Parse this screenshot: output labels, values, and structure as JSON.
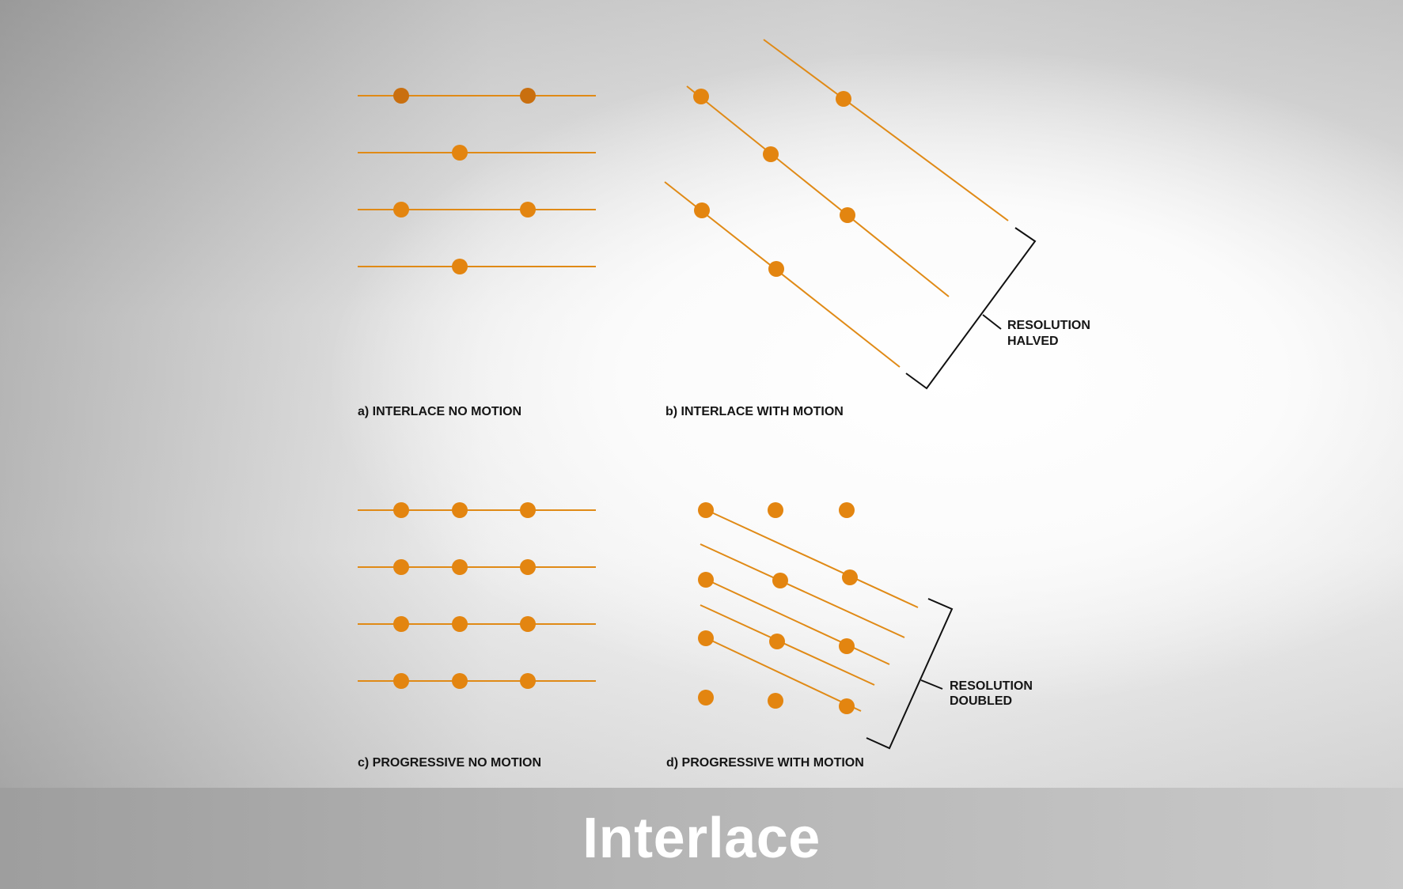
{
  "colors": {
    "line": "#e08a16",
    "dot": "#e38510",
    "dot_dark": "#c96f0f",
    "bracket": "#111111",
    "footer_text": "#ffffff"
  },
  "panels": {
    "a": {
      "label": "a)  INTERLACE NO MOTION"
    },
    "b": {
      "label": "b)  INTERLACE WITH MOTION",
      "note_lines": [
        "RESOLUTION",
        "HALVED"
      ]
    },
    "c": {
      "label": "c)  PROGRESSIVE NO MOTION"
    },
    "d": {
      "label": "d)  PROGRESSIVE WITH MOTION",
      "note_lines": [
        "RESOLUTION",
        "DOUBLED"
      ]
    }
  },
  "footer": {
    "title": "Interlace"
  }
}
